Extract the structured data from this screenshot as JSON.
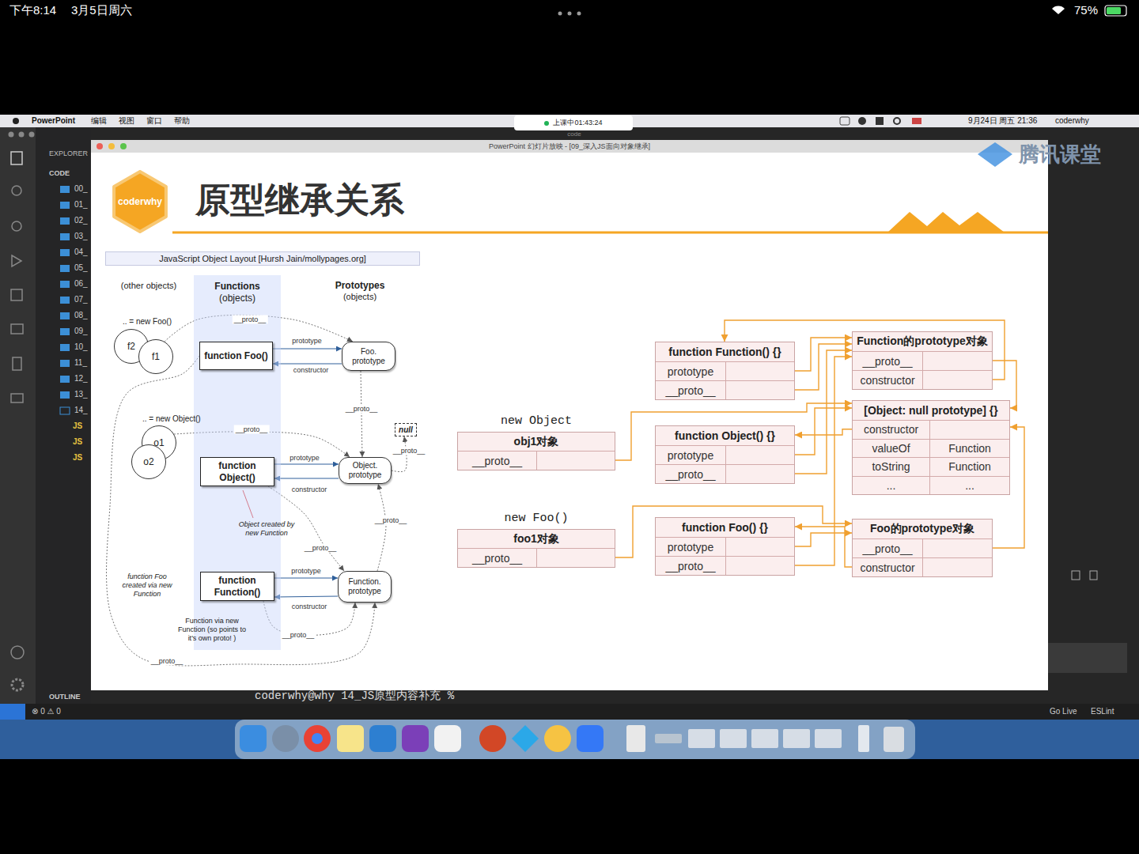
{
  "diagram": {
    "title": "原型继承关系",
    "nodes": [
      {
        "text": [
          "上课中01:43:24"
        ]
      },
      {
        "text": [
          "coderwhy"
        ]
      },
      {
        "text": [
          "JavaScript Object Layout [Hursh Jain/mollypages.org]"
        ]
      },
      {
        "text": [
          "Functions",
          "(objects)"
        ]
      },
      {
        "text": [
          "f2"
        ]
      },
      {
        "text": [
          "f1"
        ]
      },
      {
        "text": [
          "function Foo()"
        ],
        "in": 3
      },
      {
        "text": [
          "Foo. prototype"
        ]
      },
      {
        "text": [
          "o1"
        ]
      },
      {
        "text": [
          "o2"
        ]
      },
      {
        "text": [
          "function Object()"
        ],
        "in": 3
      },
      {
        "text": [
          "Object. prototype"
        ]
      },
      {
        "text": [
          "null"
        ]
      },
      {
        "text": [
          "function Function()"
        ],
        "in": 3
      },
      {
        "text": [
          "Function. prototype"
        ]
      },
      {
        "text": [
          "Function的prototype对象"
        ]
      },
      {
        "text": [
          "__proto__"
        ],
        "in": 15
      },
      {
        "text": [
          "constructor"
        ],
        "in": 15
      },
      {
        "text": [
          "function Function() {}"
        ]
      },
      {
        "text": [
          "prototype"
        ],
        "in": 18
      },
      {
        "text": [
          "__proto__"
        ],
        "in": 18
      },
      {
        "text": [
          "[Object: null prototype] {}"
        ]
      },
      {
        "text": [
          "constructor"
        ],
        "in": 21
      },
      {
        "text": [
          "valueOf",
          "Function"
        ],
        "in": 21
      },
      {
        "text": [
          "toString",
          "Function"
        ],
        "in": 21
      },
      {
        "text": [
          "...",
          "..."
        ],
        "in": 21
      },
      {
        "text": [
          "new Object",
          "obj1对象"
        ]
      },
      {
        "text": [
          "__proto__"
        ],
        "in": 26
      },
      {
        "text": [
          "function Object() {}"
        ]
      },
      {
        "text": [
          "prototype"
        ],
        "in": 28
      },
      {
        "text": [
          "__proto__"
        ],
        "in": 28
      },
      {
        "text": [
          "new Foo()",
          "foo1对象"
        ]
      },
      {
        "text": [
          "__proto__"
        ],
        "in": 31
      },
      {
        "text": [
          "function Foo() {}"
        ]
      },
      {
        "text": [
          "prototype"
        ],
        "in": 33
      },
      {
        "text": [
          "__proto__"
        ],
        "in": 33
      },
      {
        "text": [
          "Foo的prototype对象"
        ]
      },
      {
        "text": [
          "__proto__"
        ],
        "in": 36
      },
      {
        "text": [
          "constructor"
        ],
        "in": 36
      }
    ],
    "edges": [
      {
        "from": 5,
        "to": 7,
        "arrow": "to",
        "label": "__proto__"
      },
      {
        "from": 6,
        "to": 7,
        "arrow": "to",
        "label": "prototype"
      },
      {
        "from": 7,
        "to": 6,
        "arrow": "to",
        "label": "constructor"
      },
      {
        "from": 7,
        "to": 11,
        "arrow": "to",
        "label": "__proto__"
      },
      {
        "from": 8,
        "to": 11,
        "arrow": "to",
        "label": "__proto__"
      },
      {
        "from": 10,
        "to": 11,
        "arrow": "to",
        "label": "prototype"
      },
      {
        "from": 11,
        "to": 10,
        "arrow": "to",
        "label": "constructor"
      },
      {
        "from": 11,
        "to": 12,
        "arrow": "to",
        "label": "__proto__"
      },
      {
        "from": 14,
        "to": 11,
        "arrow": "to",
        "label": "__proto__"
      },
      {
        "from": 10,
        "to": 14,
        "arrow": "to",
        "label": "__proto__"
      },
      {
        "from": 13,
        "to": 14,
        "arrow": "to",
        "label": "prototype"
      },
      {
        "from": 14,
        "to": 13,
        "arrow": "to",
        "label": "constructor"
      },
      {
        "from": 13,
        "to": 14,
        "arrow": "to",
        "label": "__proto__"
      },
      {
        "from": 6,
        "to": 14,
        "arrow": "to",
        "label": "__proto__"
      },
      {
        "from": 19,
        "to": 15,
        "arrow": "to"
      },
      {
        "from": 20,
        "to": 15,
        "arrow": "to"
      },
      {
        "from": 30,
        "to": 15,
        "arrow": "to"
      },
      {
        "from": 35,
        "to": 15,
        "arrow": "to"
      },
      {
        "from": 29,
        "to": 21,
        "arrow": "to"
      },
      {
        "from": 27,
        "to": 21,
        "arrow": "to"
      },
      {
        "from": 32,
        "to": 36,
        "arrow": "to"
      },
      {
        "from": 34,
        "to": 36,
        "arrow": "to"
      },
      {
        "from": 16,
        "to": 21,
        "arrow": "to"
      },
      {
        "from": 37,
        "to": 21,
        "arrow": "to"
      },
      {
        "from": 17,
        "to": 18,
        "arrow": "to"
      },
      {
        "from": 22,
        "to": 28,
        "arrow": "to"
      },
      {
        "from": 38,
        "to": 33,
        "arrow": "to"
      }
    ],
    "labels": [
      "下午8:14",
      "3月5日周六",
      "75%",
      "PowerPoint",
      "编辑",
      "视图",
      "窗口",
      "帮助",
      "9月24日 周五 21:36",
      "coderwhy",
      "code",
      "PowerPoint 幻灯片放映 - [09_深入JS面向对象继承]",
      "腾讯课堂",
      "EXPLORER",
      "CODE",
      "00_",
      "01_",
      "02_",
      "03_",
      "04_",
      "05_",
      "06_",
      "07_",
      "08_",
      "09_",
      "10_",
      "11_",
      "12_",
      "13_",
      "14_",
      "JS",
      "JS",
      "JS",
      "OUTLINE",
      "⊗ 0 ⚠ 0",
      "coderwhy@why 14_JS原型内容补充 %",
      "Go Live",
      "ESLint",
      "(other objects)",
      "Prototypes",
      "(objects)",
      ".. = new Foo()",
      ".. = new Object()",
      "Object created by new Function",
      "function Foo created via new Function",
      "Function via new Function (so points to it's own proto! )"
    ]
  }
}
